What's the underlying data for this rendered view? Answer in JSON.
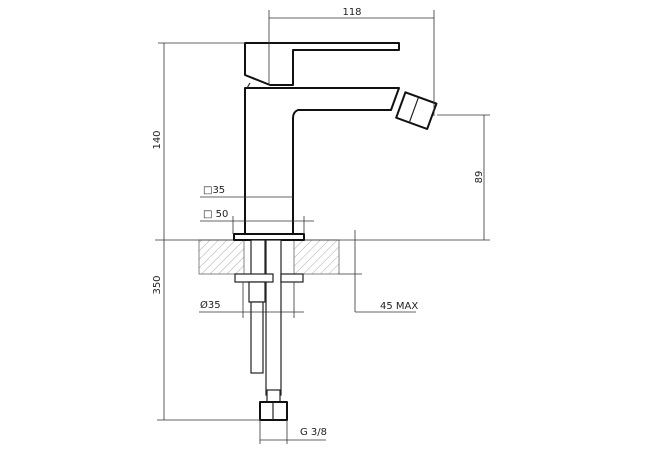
{
  "drawing": {
    "dimensions": {
      "spout_reach": "118",
      "total_height": "140",
      "spout_height": "89",
      "body_square": "□35",
      "base_square": "□ 50",
      "below_deck_length": "350",
      "hole_diameter": "Ø35",
      "max_deck_thickness": "45 MAX",
      "connection_thread": "G 3/8"
    },
    "colors": {
      "line": "#111111",
      "hatch": "#999999"
    }
  }
}
